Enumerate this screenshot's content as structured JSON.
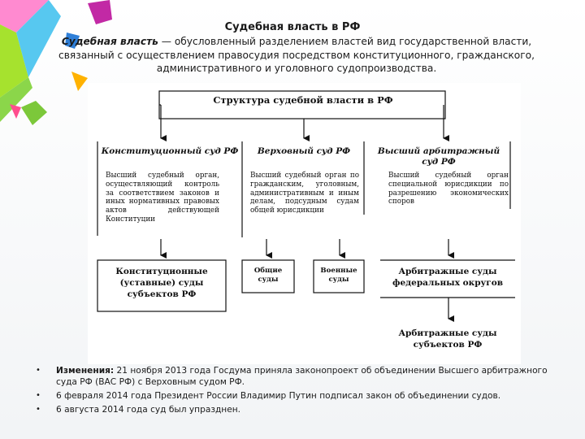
{
  "header": {
    "title": "Судебная власть в РФ",
    "term": "Судебная власть",
    "definition": " — обусловленный разделением властей вид государственной власти, связанный с осуществлением правосудия посредством конституционного, гражданского, административного и уголовного судопроизводства."
  },
  "diagram": {
    "root": "Структура судебной власти в РФ",
    "columns": [
      {
        "head": "Конституционный суд РФ",
        "desc": "Высший судебный орган, осуществляющий контроль за соответствием законов и иных нормативных правовых актов действующей Конституции"
      },
      {
        "head": "Верховный суд РФ",
        "desc": "Высший судебный орган по гражданским, уголовным, административным и иным делам, подсудным судам общей юрисдикции"
      },
      {
        "head": "Высший арбитражный суд РФ",
        "desc": "Высший судебный орган специальной юрисдикции по разрешению экономических споров"
      }
    ],
    "sub": {
      "const_regional": "Конституционные (уставные) суды субъектов РФ",
      "general": "Общие суды",
      "military": "Военные суды",
      "arb_federal": "Арбитражные суды федеральных округов",
      "arb_regional": "Арбитражные суды субъектов РФ"
    }
  },
  "bullets": [
    {
      "bullet": "•",
      "lead": "Изменения:",
      "text": " 21 ноября 2013 года Госдума приняла законопроект об объединении Высшего арбитражного суда РФ (ВАС РФ) с Верховным судом РФ."
    },
    {
      "bullet": "•",
      "lead": "",
      "text": "6 февраля 2014 года Президент России Владимир Путин подписал закон об объединении судов."
    },
    {
      "bullet": "•",
      "lead": "",
      "text": "6 августа 2014 года суд был упразднен."
    }
  ]
}
